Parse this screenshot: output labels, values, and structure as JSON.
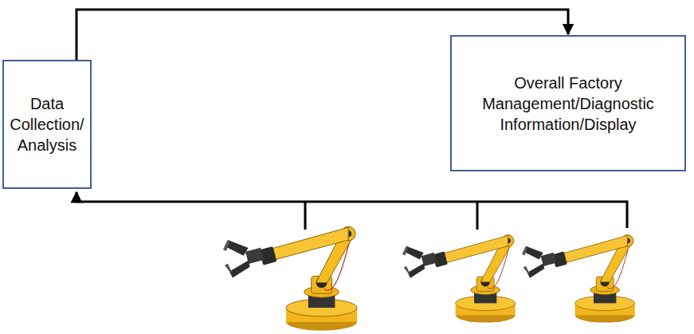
{
  "diagram": {
    "nodes": [
      {
        "text": [
          "Data Collection/ Analysis"
        ]
      },
      {
        "text": [
          "Overall Factory Management/Diagnostic Information/Display"
        ]
      }
    ],
    "edges": [
      {
        "from": 0,
        "to": 1,
        "arrow": "to"
      }
    ]
  }
}
